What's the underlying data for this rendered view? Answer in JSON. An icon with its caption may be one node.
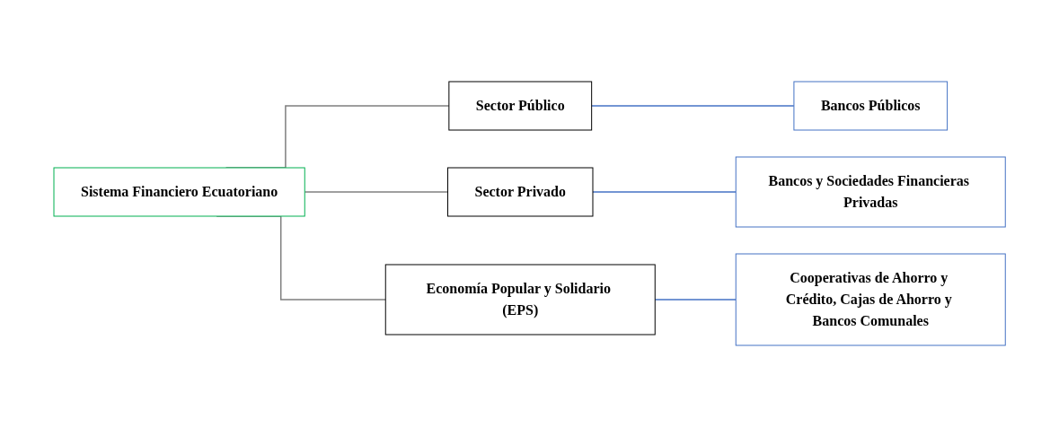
{
  "diagram": {
    "nodes": [
      {
        "text": [
          "Sistema Financiero Ecuatoriano"
        ]
      },
      {
        "text": [
          "Sector Público"
        ]
      },
      {
        "text": [
          "Bancos Públicos"
        ]
      },
      {
        "text": [
          "Sector Privado"
        ]
      },
      {
        "text": [
          "Bancos y Sociedades Financieras Privadas"
        ]
      },
      {
        "text": [
          "Economía Popular y Solidario (EPS)"
        ]
      },
      {
        "text": [
          "Cooperativas de Ahorro y Crédito, Cajas de Ahorro y Bancos Comunales"
        ]
      }
    ],
    "edges": [
      {
        "from": 0,
        "to": 1,
        "arrow": "none"
      },
      {
        "from": 0,
        "to": 3,
        "arrow": "none"
      },
      {
        "from": 0,
        "to": 5,
        "arrow": "none"
      },
      {
        "from": 1,
        "to": 2,
        "arrow": "none",
        "color": "#4472c4"
      },
      {
        "from": 3,
        "to": 4,
        "arrow": "none",
        "color": "#4472c4"
      },
      {
        "from": 5,
        "to": 6,
        "arrow": "none",
        "color": "#4472c4"
      }
    ]
  }
}
